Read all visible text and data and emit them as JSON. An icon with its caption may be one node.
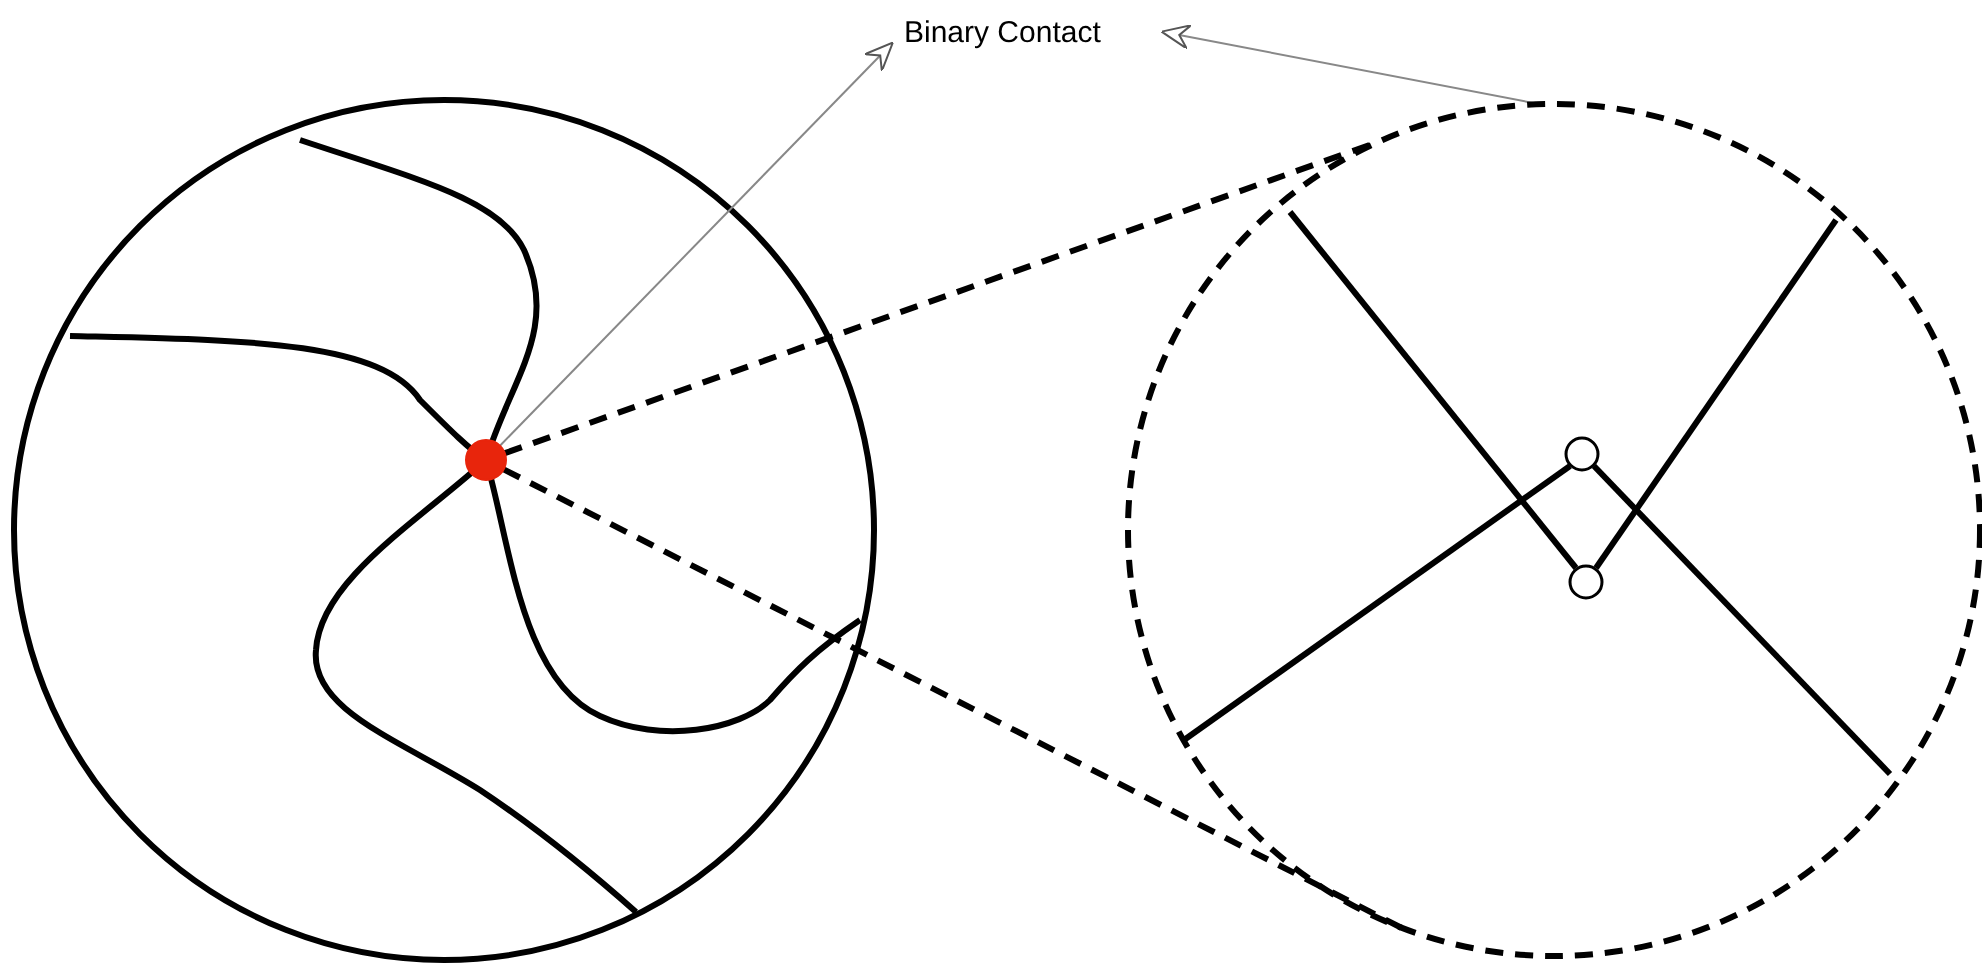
{
  "diagram": {
    "nodes": [
      {
        "text": [
          "Binary Contact"
        ]
      },
      {
        "text": [],
        "shape": "circle"
      },
      {
        "text": [],
        "shape": "circle"
      }
    ],
    "edges": [
      {
        "from": 1,
        "to": 0,
        "arrow": "to"
      },
      {
        "from": 2,
        "to": 0,
        "arrow": "to"
      },
      {
        "from": 1,
        "to": 2,
        "arrow": "none",
        "style": "dashed",
        "color": "#000000"
      },
      {
        "from": 1,
        "to": 2,
        "arrow": "none",
        "style": "dashed",
        "color": "#000000"
      }
    ]
  }
}
